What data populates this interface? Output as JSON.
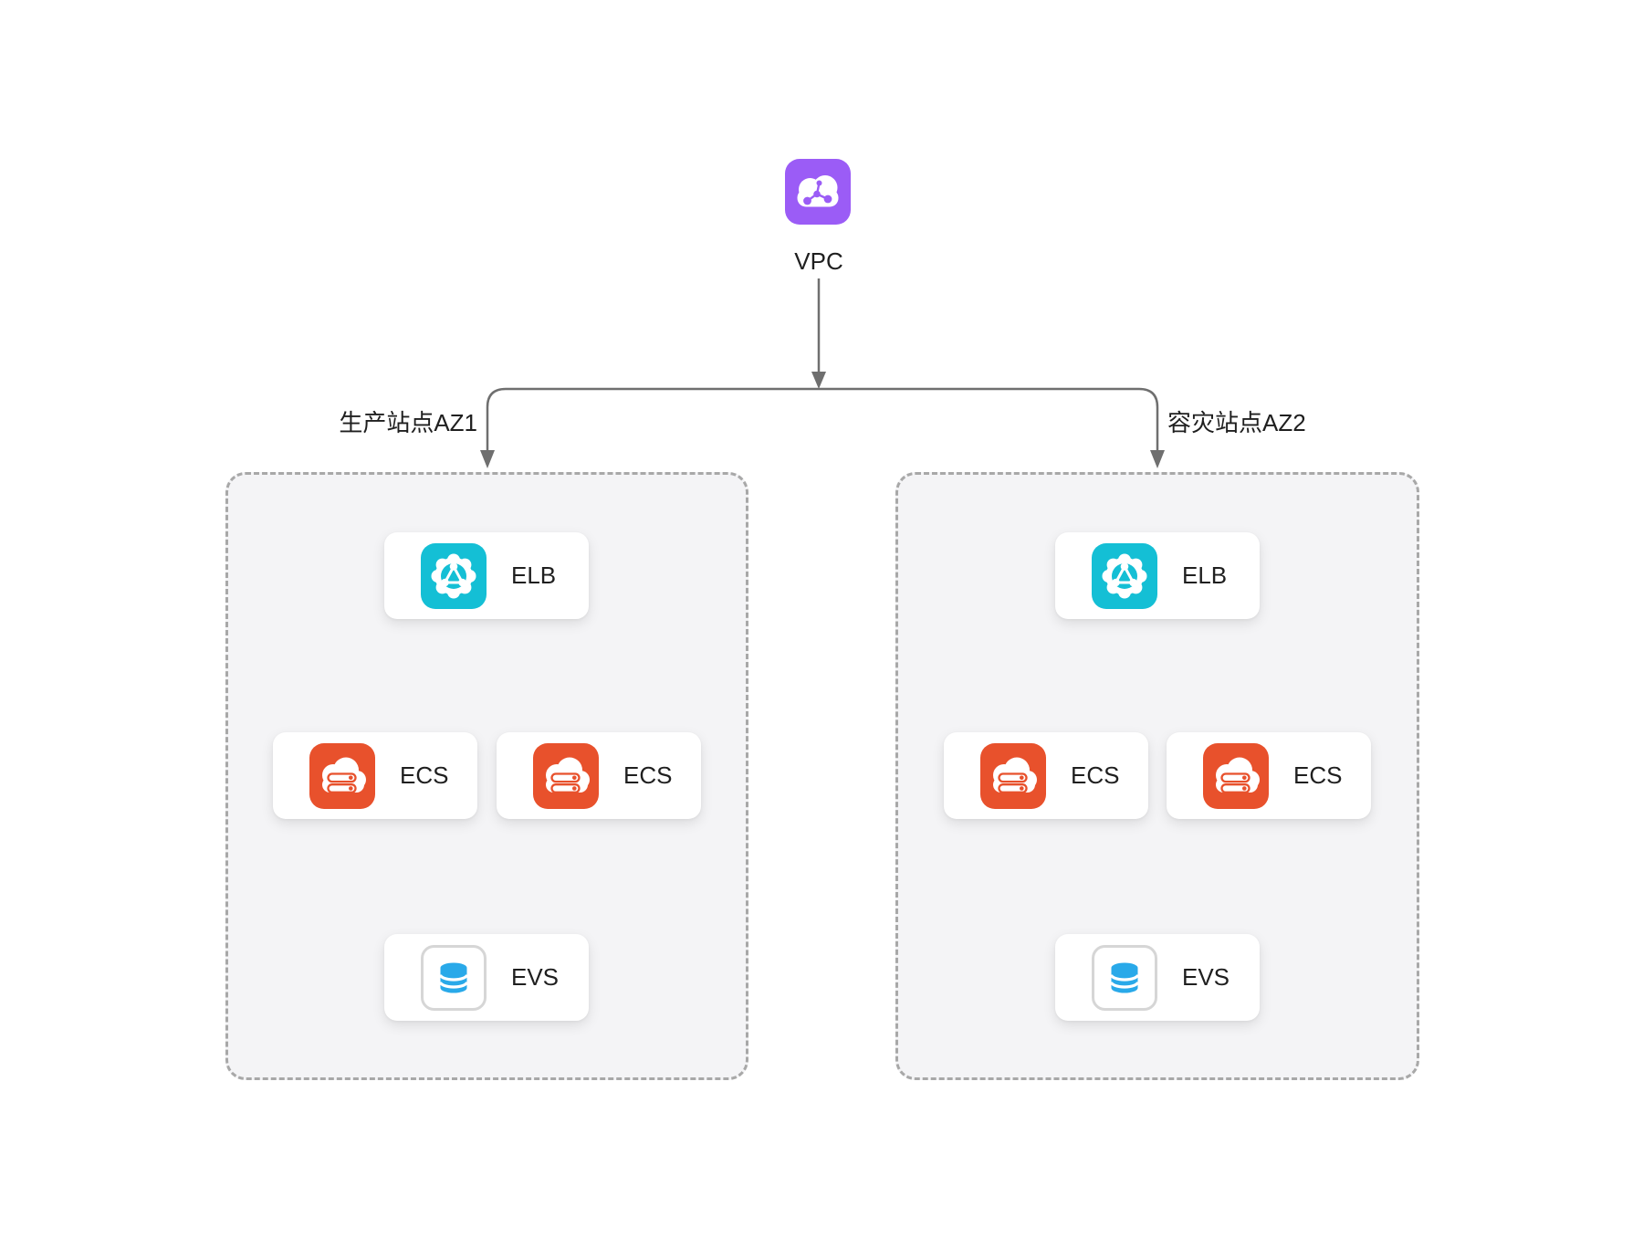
{
  "colors": {
    "vpc": "#9B5CF6",
    "elb": "#14BFD5",
    "ecs": "#E8512C",
    "evs": "#29A9E9",
    "line": "#6F6F6F",
    "zoneFill": "#F4F4F6",
    "zoneBorder": "#A8A8A8",
    "cardBg": "#FFFFFF",
    "text": "#1F1F1F"
  },
  "root": {
    "label": "VPC",
    "icon": "vpc-cloud-icon"
  },
  "zones": [
    {
      "id": "az1",
      "label": "生产站点AZ1",
      "nodes": [
        {
          "label": "ELB",
          "icon": "elb-gear-icon"
        },
        {
          "label": "ECS",
          "icon": "ecs-cloud-server-icon"
        },
        {
          "label": "ECS",
          "icon": "ecs-cloud-server-icon"
        },
        {
          "label": "EVS",
          "icon": "evs-disk-icon"
        }
      ]
    },
    {
      "id": "az2",
      "label": "容灾站点AZ2",
      "nodes": [
        {
          "label": "ELB",
          "icon": "elb-gear-icon"
        },
        {
          "label": "ECS",
          "icon": "ecs-cloud-server-icon"
        },
        {
          "label": "ECS",
          "icon": "ecs-cloud-server-icon"
        },
        {
          "label": "EVS",
          "icon": "evs-disk-icon"
        }
      ]
    }
  ]
}
